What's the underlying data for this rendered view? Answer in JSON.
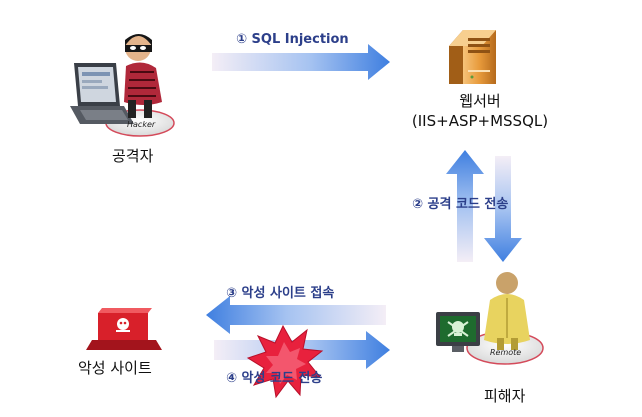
{
  "nodes": {
    "attacker": {
      "label": "공격자",
      "badge": "Hacker"
    },
    "webserver": {
      "label_line1": "웹서버",
      "label_line2": "(IIS+ASP+MSSQL)"
    },
    "victim": {
      "label": "피해자",
      "badge": "Remote"
    },
    "malicious_site": {
      "label": "악성 사이트"
    }
  },
  "steps": [
    {
      "label": "① SQL Injection"
    },
    {
      "label": "② 공격 코드 전송"
    },
    {
      "label": "③ 악성 사이트 접속"
    },
    {
      "label": "④ 악성 코드 전송"
    }
  ],
  "colors": {
    "arrow_blue": "#4a86e0",
    "arrow_fade": "#f3eef6",
    "label_text": "#2c3f8a",
    "burst_red": "#e8213d",
    "server_orange": "#e79a3b",
    "site_red": "#d8202a",
    "victim_yellow": "#e8d35f"
  }
}
